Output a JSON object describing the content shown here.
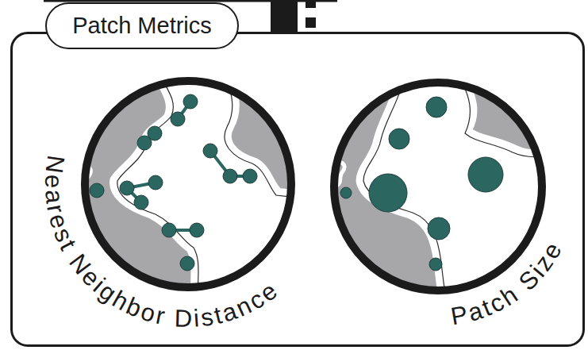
{
  "diagram": {
    "nodes": [
      {
        "text": [
          "Patch Metrics"
        ]
      },
      {
        "text": [
          "Nearest Neighbor Distance"
        ],
        "in": 0
      },
      {
        "text": [
          "Patch Size"
        ],
        "in": 0
      }
    ]
  }
}
